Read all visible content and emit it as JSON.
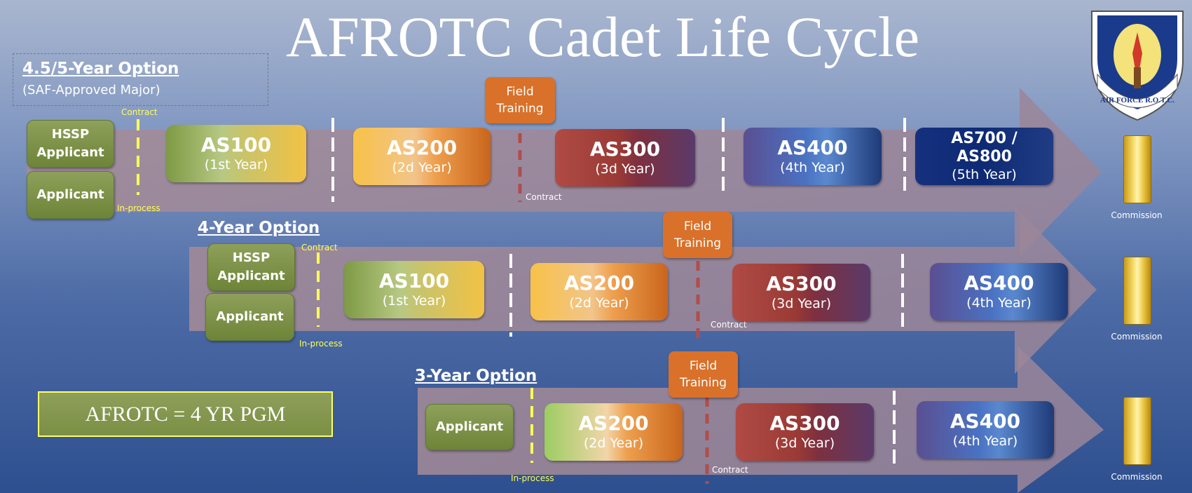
{
  "title": "AFROTC Cadet Life Cycle",
  "colors": {
    "green": "#7e9148",
    "orange": "#d9712a",
    "contract_yellow": "#ffff55",
    "arrow_mauve": "#a18a98"
  },
  "logo": {
    "icon": "afrotc-shield-logo",
    "text": "AIR FORCE R.O.T.C."
  },
  "option1": {
    "title": "4.5/5-Year Option",
    "subtitle": "(SAF-Approved Major)",
    "hssp": "HSSP Applicant",
    "applicant": "Applicant",
    "contract": "Contract",
    "inprocess": "In-process",
    "field_training": "Field Training",
    "contract2": "Contract",
    "commission": "Commission",
    "years": [
      {
        "name": "AS100",
        "year": "(1st Year)"
      },
      {
        "name": "AS200",
        "year": "(2d Year)"
      },
      {
        "name": "AS300",
        "year": "(3d Year)"
      },
      {
        "name": "AS400",
        "year": "(4th Year)"
      },
      {
        "name": "AS700 / AS800",
        "year": "(5th Year)"
      }
    ]
  },
  "option2": {
    "title": "4-Year Option",
    "hssp": "HSSP Applicant",
    "applicant": "Applicant",
    "contract": "Contract",
    "inprocess": "In-process",
    "field_training": "Field Training",
    "contract2": "Contract",
    "commission": "Commission",
    "years": [
      {
        "name": "AS100",
        "year": "(1st Year)"
      },
      {
        "name": "AS200",
        "year": "(2d Year)"
      },
      {
        "name": "AS300",
        "year": "(3d Year)"
      },
      {
        "name": "AS400",
        "year": "(4th Year)"
      }
    ]
  },
  "option3": {
    "title": "3-Year Option",
    "applicant": "Applicant",
    "inprocess": "In-process",
    "field_training": "Field Training",
    "contract2": "Contract",
    "commission": "Commission",
    "years": [
      {
        "name": "AS200",
        "year": "(2d Year)"
      },
      {
        "name": "AS300",
        "year": "(3d Year)"
      },
      {
        "name": "AS400",
        "year": "(4th Year)"
      }
    ]
  },
  "pgm_note": "AFROTC = 4 YR PGM"
}
